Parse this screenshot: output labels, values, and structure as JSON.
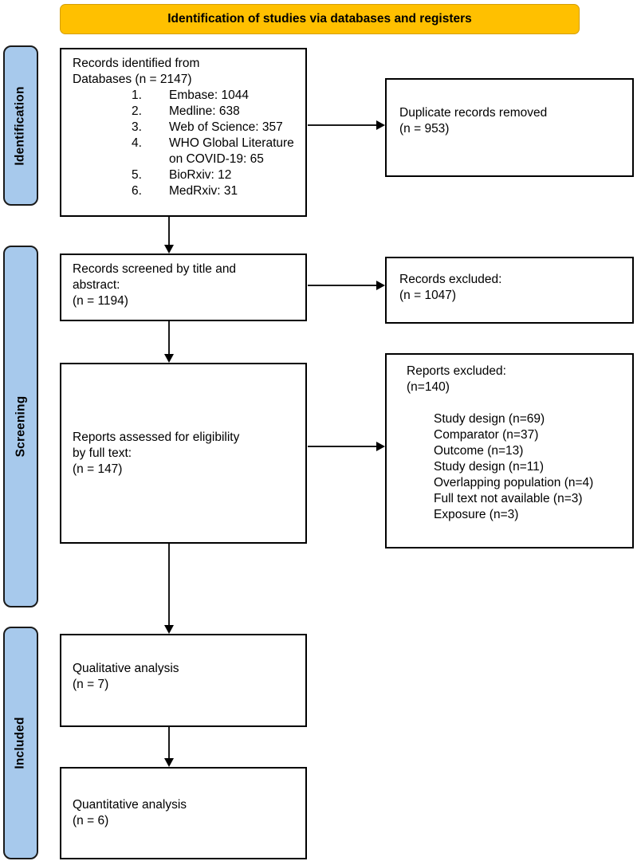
{
  "banner": {
    "title": "Identification of studies via databases and registers"
  },
  "stages": [
    {
      "label": "Identification"
    },
    {
      "label": "Screening"
    },
    {
      "label": "Included"
    }
  ],
  "boxes": {
    "records_identified": {
      "title_line1": "Records identified from",
      "title_line2": "Databases (n = 2147)",
      "items": [
        {
          "num": "1.",
          "text": "Embase: 1044"
        },
        {
          "num": "2.",
          "text": "Medline: 638"
        },
        {
          "num": "3.",
          "text": "Web of Science: 357"
        },
        {
          "num": "4.",
          "text": "WHO Global Literature on COVID-19: 65"
        },
        {
          "num": "5.",
          "text": "BioRxiv: 12"
        },
        {
          "num": "6.",
          "text": "MedRxiv: 31"
        }
      ]
    },
    "duplicates_removed": {
      "line1": "Duplicate records removed",
      "line2": "(n = 953)"
    },
    "records_screened": {
      "line1": "Records screened by title and",
      "line2": "abstract:",
      "line3": "(n = 1194)"
    },
    "records_excluded": {
      "line1": "Records excluded:",
      "line2": "(n = 1047)"
    },
    "reports_assessed": {
      "line1": "Reports assessed for eligibility",
      "line2": "by full text:",
      "line3": "(n = 147)"
    },
    "reports_excluded": {
      "line1": "Reports excluded:",
      "line2": "(n=140)",
      "reasons": [
        "Study design (n=69)",
        "Comparator (n=37)",
        "Outcome (n=13)",
        "Study design (n=11)",
        "Overlapping population (n=4)",
        "Full text not available (n=3)",
        "Exposure (n=3)"
      ]
    },
    "qualitative_analysis": {
      "line1": "Qualitative analysis",
      "line2": "(n = 7)"
    },
    "quantitative_analysis": {
      "line1": "Quantitative analysis",
      "line2": "(n = 6)"
    }
  },
  "colors": {
    "banner_bg": "#FFC000",
    "stage_bg": "#A7C9EC",
    "border": "#000000"
  }
}
